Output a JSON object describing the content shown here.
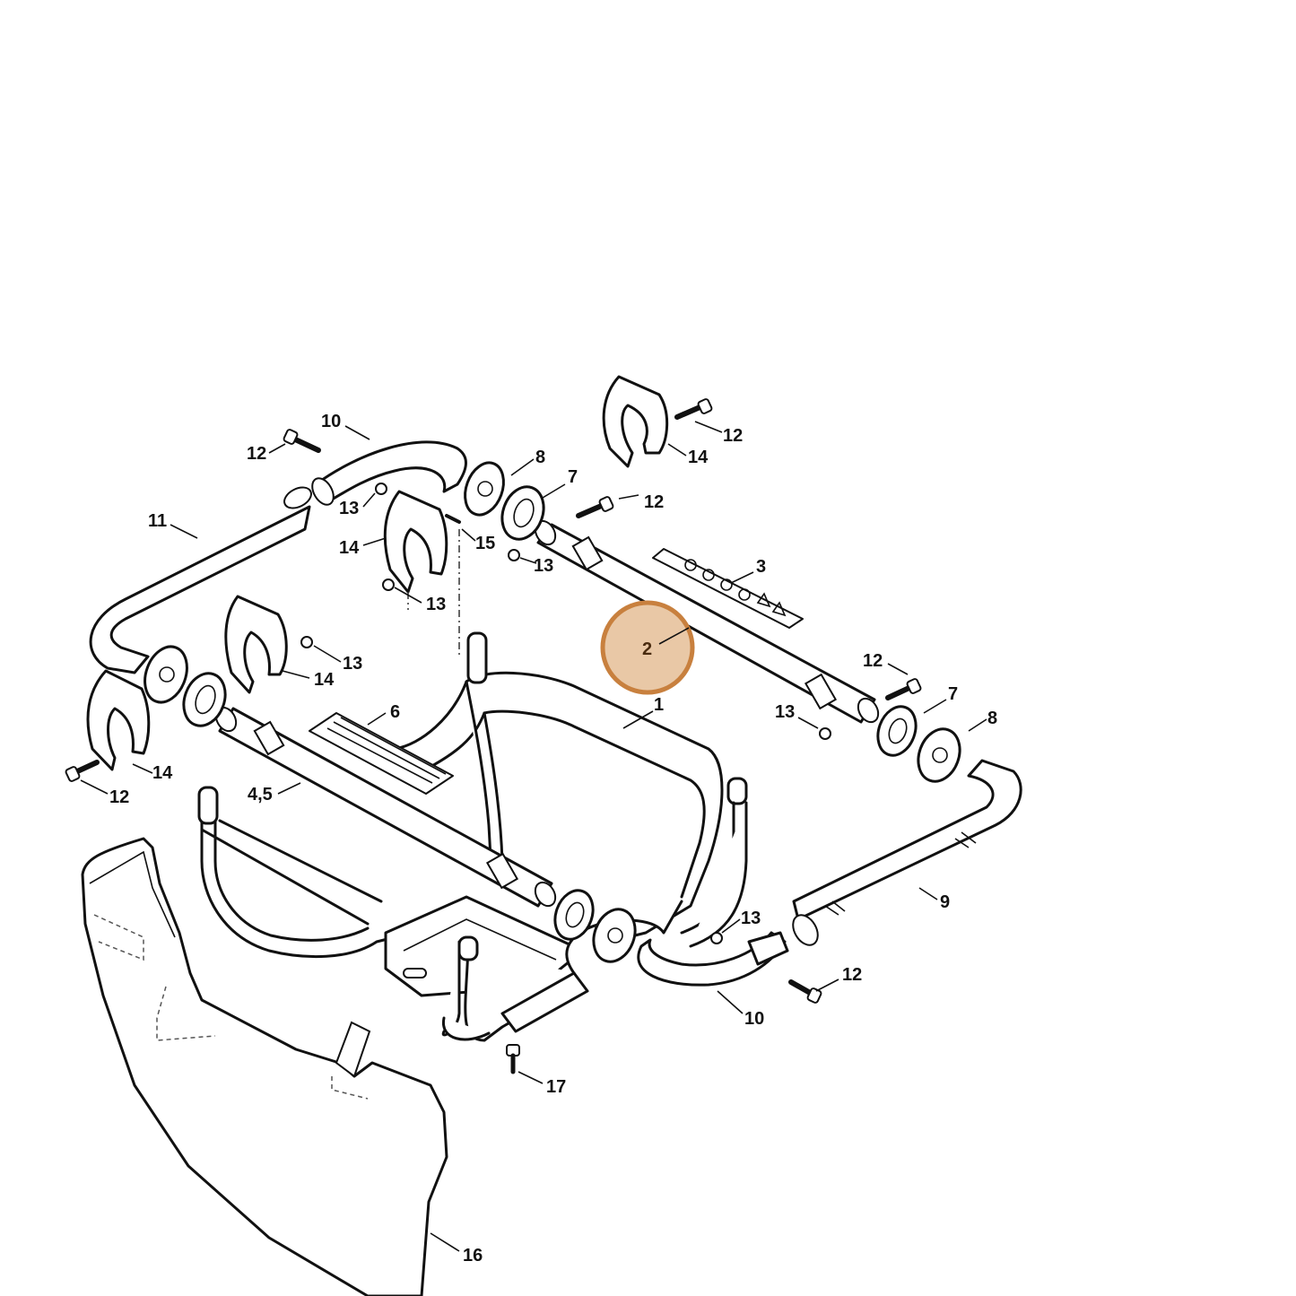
{
  "colors": {
    "highlight_fill": "#e9c8a6",
    "highlight_stroke": "#c8803e",
    "line": "#111111"
  },
  "callouts": {
    "c10_top": "10",
    "c12_top_left": "12",
    "c12_top_right": "12",
    "c14_top_right": "14",
    "c8_top": "8",
    "c7_top": "7",
    "c12_mid": "12",
    "c13_a": "13",
    "c11": "11",
    "c14_mid": "14",
    "c15": "15",
    "c13_b": "13",
    "c3": "3",
    "c13_c": "13",
    "c2": "2",
    "c13_d": "13",
    "c14_left": "14",
    "c12_right": "12",
    "c7_right": "7",
    "c8_right": "8",
    "c1": "1",
    "c6": "6",
    "c13_e": "13",
    "c14_bottom_left": "14",
    "c12_bottom_left": "12",
    "c45": "4,5",
    "c9": "9",
    "c13_f": "13",
    "c12_bottom_right": "12",
    "c10_bottom": "10",
    "c17": "17",
    "c16": "16"
  }
}
